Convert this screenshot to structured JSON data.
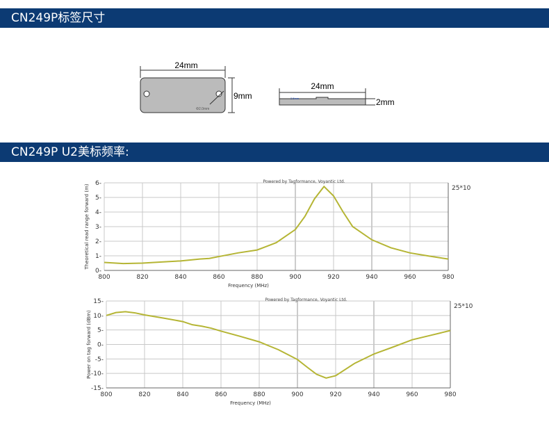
{
  "section1": {
    "title": "CN249P标签尺寸"
  },
  "section2": {
    "title": "CN249P U2美标频率:"
  },
  "dimensions": {
    "top_width": "24mm",
    "top_height": "9mm",
    "hole": "Φ2.0mm",
    "side_width": "24mm",
    "side_height": "2mm",
    "side_inner": "2.5mm"
  },
  "colors": {
    "header": "#0c3a73",
    "curve": "#b5b534",
    "grid": "#c8c8c8"
  },
  "chart_data": [
    {
      "type": "line",
      "watermark": "Powered by Tagformance, Voyantic Ltd.",
      "corner_label": "25*10",
      "xlabel": "Frequency (MHz)",
      "ylabel": "Theoretical read range forward (m)",
      "xlim": [
        800,
        980
      ],
      "ylim": [
        0,
        6
      ],
      "xticks": [
        800,
        820,
        840,
        860,
        880,
        900,
        920,
        940,
        960,
        980
      ],
      "yticks": [
        0,
        1,
        2,
        3,
        4,
        5,
        6
      ],
      "grid": true,
      "x": [
        800,
        810,
        820,
        830,
        840,
        850,
        855,
        860,
        870,
        880,
        890,
        900,
        905,
        910,
        915,
        920,
        925,
        930,
        940,
        950,
        960,
        970,
        980
      ],
      "y": [
        0.55,
        0.47,
        0.5,
        0.58,
        0.65,
        0.78,
        0.82,
        0.95,
        1.2,
        1.4,
        1.9,
        2.8,
        3.7,
        4.9,
        5.75,
        5.1,
        4.0,
        3.0,
        2.1,
        1.55,
        1.2,
        0.98,
        0.78
      ]
    },
    {
      "type": "line",
      "watermark": "Powered by Tagformance, Voyantic Ltd.",
      "corner_label": "25*10",
      "xlabel": "Frequency (MHz)",
      "ylabel": "Power on tag forward (dBm)",
      "xlim": [
        800,
        980
      ],
      "ylim": [
        -15,
        15
      ],
      "xticks": [
        800,
        820,
        840,
        860,
        880,
        900,
        920,
        940,
        960,
        980
      ],
      "yticks": [
        -15,
        -10,
        -5,
        0,
        5,
        10,
        15
      ],
      "grid": true,
      "x": [
        800,
        805,
        810,
        815,
        820,
        830,
        840,
        845,
        850,
        855,
        860,
        870,
        880,
        890,
        900,
        905,
        910,
        915,
        920,
        930,
        940,
        950,
        960,
        970,
        980
      ],
      "y": [
        10,
        11,
        11.3,
        10.9,
        10.2,
        9.1,
        7.9,
        6.8,
        6.3,
        5.6,
        4.6,
        2.8,
        0.9,
        -1.8,
        -5.2,
        -7.8,
        -10.3,
        -11.6,
        -10.8,
        -6.5,
        -3.3,
        -0.9,
        1.6,
        3.2,
        4.8
      ]
    }
  ]
}
